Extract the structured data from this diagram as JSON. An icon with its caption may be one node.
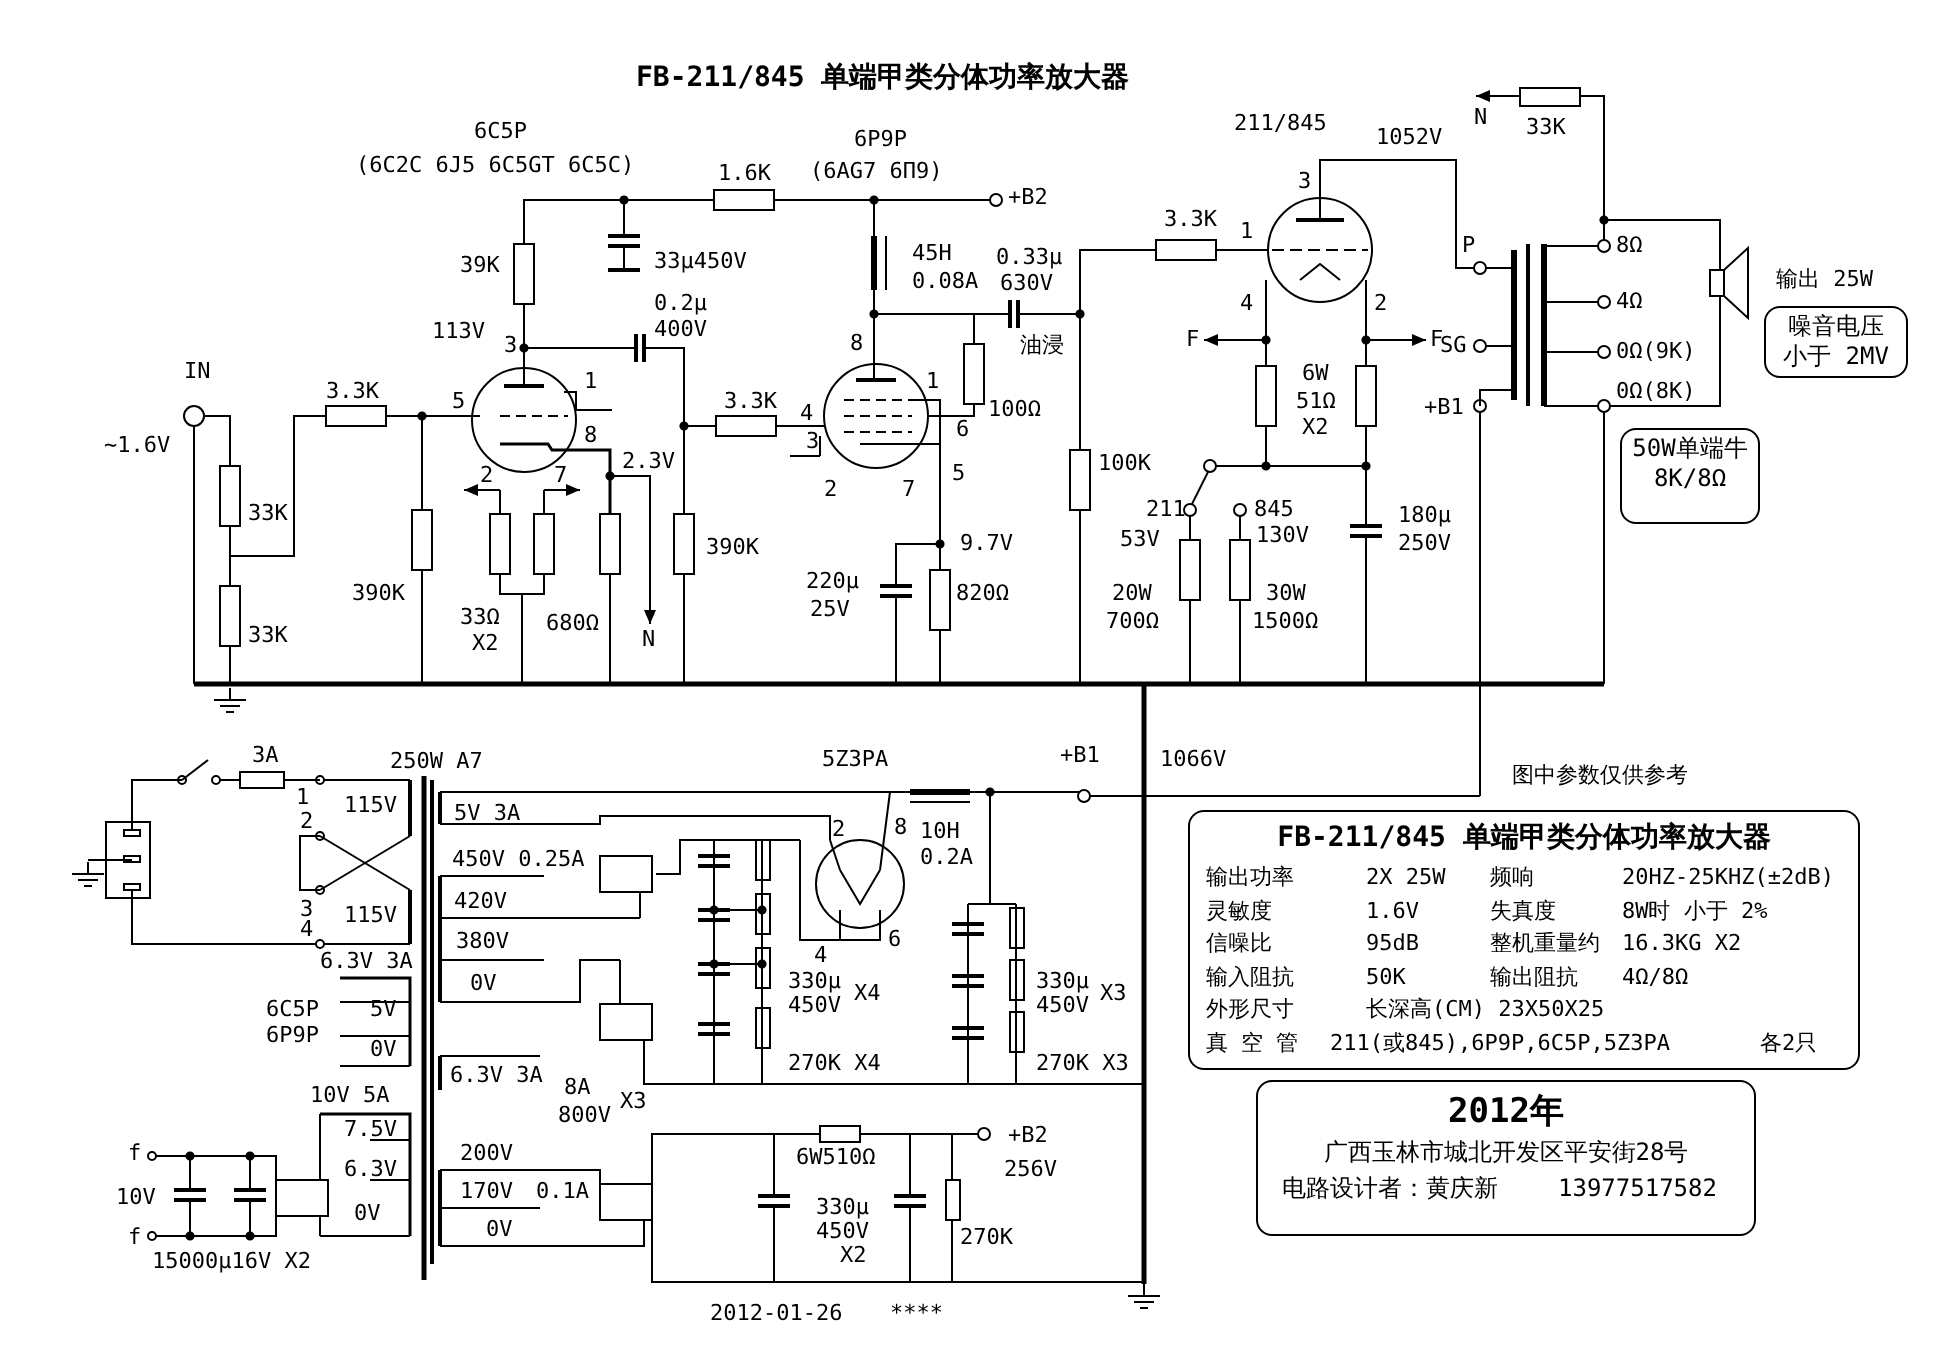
{
  "diagram": {
    "title": "FB-211/845 单端甲类分体功率放大器",
    "nodes": [
      {
        "text": [
          "噪音电压小于 2MV"
        ]
      },
      {
        "text": [
          "50W单端牛 8K/8Ω"
        ]
      },
      {
        "text": [
          "FB-211/845 单端甲类分体功率放大器",
          "输出功率",
          "2X 25W",
          "频响",
          "20HZ-25KHZ(±2dB)",
          "灵敏度",
          "1.6V",
          "失真度",
          "8W时 小于 2%",
          "信噪比",
          "95dB",
          "整机重量约",
          "16.3KG X2",
          "输入阻抗",
          "50K",
          "输出阻抗",
          "4Ω/8Ω",
          "外形尺寸",
          "长深高(CM) 23X50X25",
          "真 空 管",
          "211(或845),6P9P,6C5P,5Z3PA",
          "各2只"
        ]
      },
      {
        "text": [
          "2012年",
          "广西玉林市城北开发区平安街28号",
          "电路设计者：黄庆新",
          "13977517582"
        ]
      }
    ],
    "labels": [
      "6C5P",
      "6P9P",
      "(6C2C 6J5 6C5GT 6C5C)",
      "1.6K",
      "(6AG7 6П9)",
      "+B2",
      "39K",
      "33μ450V",
      "45H",
      "0.08A",
      "0.2μ",
      "113V",
      "3",
      "400V",
      "IN",
      "~1.6V",
      "3.3K",
      "5",
      "1",
      "8",
      "2",
      "7",
      "2.3V",
      "33K",
      "33K",
      "390K",
      "33Ω",
      "X2",
      "680Ω",
      "N",
      "390K",
      "3.3K",
      "4",
      "8",
      "3",
      "2",
      "7",
      "1",
      "6",
      "5",
      "100Ω",
      "9.7V",
      "220μ",
      "25V",
      "820Ω",
      "0.33μ",
      "630V",
      "油浸",
      "211/845",
      "1052V",
      "3.3K",
      "1",
      "3",
      "4",
      "2",
      "F",
      "F",
      "6W",
      "51Ω",
      "X2",
      "100K",
      "211",
      "845",
      "53V",
      "130V",
      "180μ",
      "250V",
      "20W",
      "700Ω",
      "30W",
      "1500Ω",
      "N",
      "33K",
      "P",
      "SG",
      "+B1",
      "8Ω",
      "4Ω",
      "0Ω(9K)",
      "0Ω(8K)",
      "输出 25W",
      "3A",
      "250W A7",
      "1",
      "115V",
      "2",
      "3",
      "115V",
      "4",
      "6.3V 3A",
      "6C5P",
      "6P9P",
      "5V",
      "0V",
      "10V 5A",
      "7.5V",
      "6.3V",
      "0V",
      "f",
      "10V",
      "f",
      "15000μ16V X2",
      "5V 3A",
      "450V 0.25A",
      "420V",
      "380V",
      "0V",
      "6.3V 3A",
      "8A",
      "800V",
      "X3",
      "200V",
      "170V",
      "0.1A",
      "0V",
      "5Z3PA",
      "+B1",
      "1066V",
      "2",
      "8",
      "10H",
      "0.2A",
      "4",
      "6",
      "330μ",
      "450V",
      "X4",
      "270K X4",
      "330μ",
      "450V",
      "X3",
      "270K X3",
      "6W510Ω",
      "+B2",
      "256V",
      "330μ",
      "450V",
      "X2",
      "270K",
      "2012-01-26",
      "****",
      "图中参数仅供参考"
    ]
  }
}
